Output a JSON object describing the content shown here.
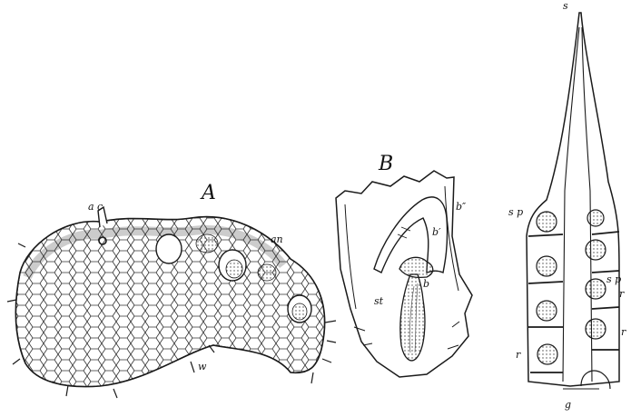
{
  "figure_labels": {
    "A": "A",
    "B": "B",
    "ac": "a c",
    "an": "an",
    "w": "w",
    "b_double": "b″",
    "b_prime": "b′",
    "b": "b",
    "st": "st",
    "s": "s",
    "sp_left": "s p",
    "sp_right": "s p",
    "r_right_upper": "r",
    "r_right_lower": "r",
    "r_left": "r",
    "g": "g"
  },
  "colors": {
    "ink": "#1a1a1a",
    "paper": "#ffffff"
  }
}
